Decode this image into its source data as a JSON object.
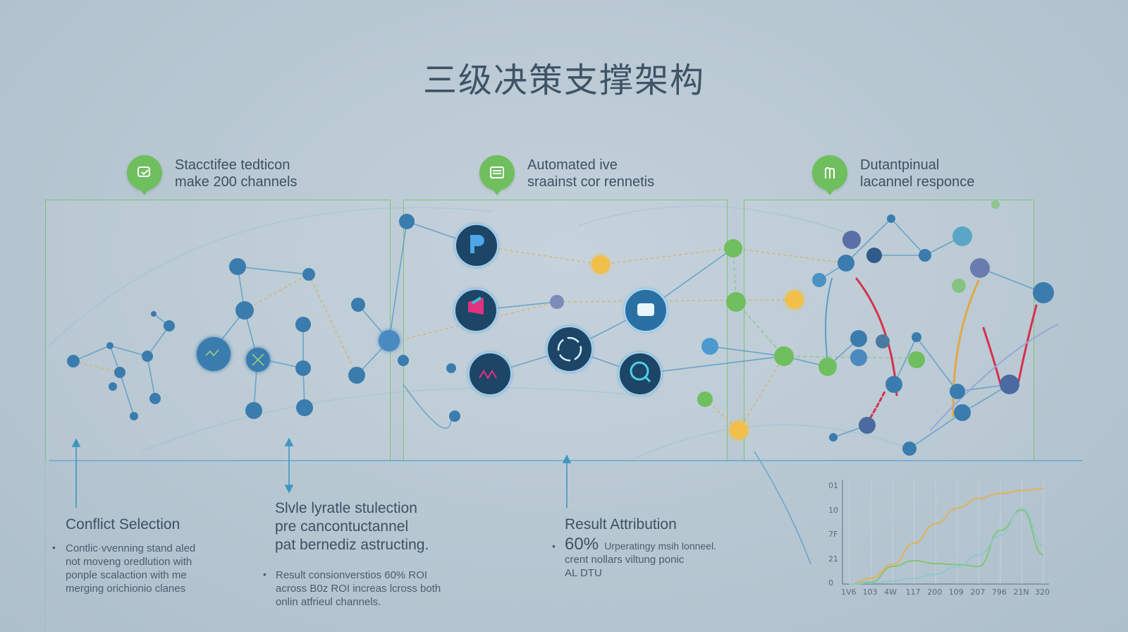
{
  "title": "三级决策支撑架构",
  "headers": [
    {
      "line1": "Stacctifee tedticon",
      "line2": "make 200 channels",
      "icon": "message-check-icon"
    },
    {
      "line1": "Automated ive",
      "line2": "sraainst cor rennetis",
      "icon": "list-icon"
    },
    {
      "line1": "Dutantpinual",
      "line2": "lacannel responce",
      "icon": "hand-icon"
    }
  ],
  "sections": [
    {
      "title_lines": [
        "Conflict Selection"
      ],
      "body_lines": [
        "Contlic·vvenning stand aled",
        "not moveng oredlution with",
        "ponple scalaction with me",
        "merging orichionio clanes"
      ]
    },
    {
      "title_lines": [
        "Slvle lyratle stulection",
        "pre cancontuctannel",
        "pat bernediz astructing."
      ],
      "body_lines": [
        "Result consionverstios 60% ROI",
        "across B0z ROI increas lcross both",
        "onlin atfrieul channels."
      ]
    },
    {
      "title_lines": [
        "Result Attribution"
      ],
      "highlight": "60%",
      "highlight_rest": "Urperatingy msih lonneel.",
      "body_lines": [
        "crent nollars viltung ponic",
        "AL DTU"
      ]
    }
  ],
  "chart_data": {
    "type": "line",
    "x": [
      "1V6",
      "103",
      "4W",
      "117",
      "200",
      "109",
      "207",
      "796",
      "21N",
      "320"
    ],
    "y_ticks": [
      "0",
      "21",
      "7F",
      "10",
      "01"
    ],
    "ylim": [
      0,
      100
    ],
    "series": [
      {
        "color": "#e5b14a",
        "values": [
          0,
          6,
          20,
          42,
          62,
          78,
          88,
          93,
          96,
          98
        ]
      },
      {
        "color": "#7fc56b",
        "values": [
          0,
          2,
          18,
          24,
          21,
          20,
          18,
          55,
          76,
          30
        ]
      },
      {
        "color": "#8ec7d0",
        "values": [
          0,
          1,
          3,
          6,
          10,
          18,
          30,
          50,
          78,
          40
        ]
      }
    ]
  },
  "colors": {
    "accent_green": "#6fbf5e",
    "node_blue": "#3a7cae",
    "node_dark": "#1f4466",
    "line_blue": "#5b9cc6",
    "line_orange": "#e1a847",
    "red": "#d6304e"
  }
}
